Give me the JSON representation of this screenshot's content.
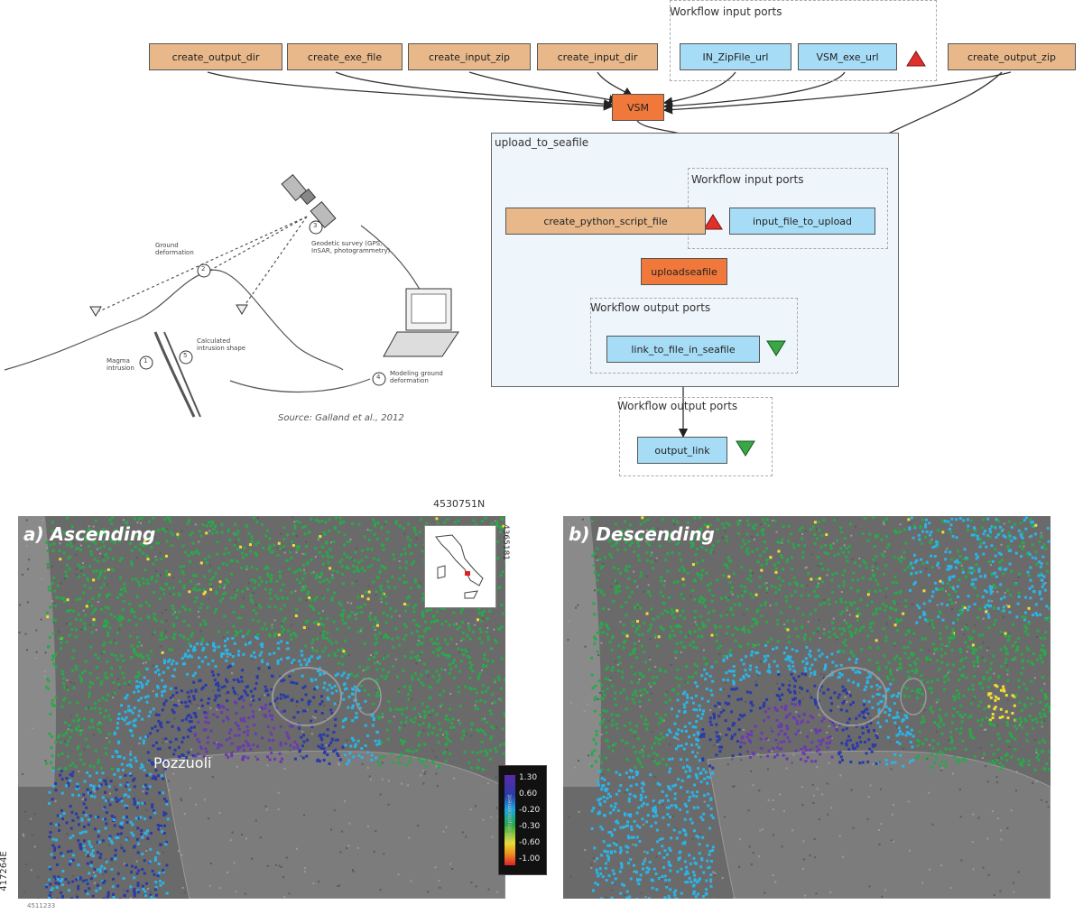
{
  "workflow": {
    "top_nodes": [
      {
        "id": "create_output_dir",
        "label": "create_output_dir"
      },
      {
        "id": "create_exe_file",
        "label": "create_exe_file"
      },
      {
        "id": "create_input_zip",
        "label": "create_input_zip"
      },
      {
        "id": "create_input_dir",
        "label": "create_input_dir"
      },
      {
        "id": "create_output_zip",
        "label": "create_output_zip"
      }
    ],
    "input_ports_label": "Workflow input ports",
    "input_ports": [
      {
        "label": "IN_ZipFile_url"
      },
      {
        "label": "VSM_exe_url"
      }
    ],
    "vsm_label": "VSM",
    "upload_group_label": "upload_to_seafile",
    "inner_input_ports_label": "Workflow input ports",
    "inner_input_port": "input_file_to_upload",
    "python_node": "create_python_script_file",
    "upload_node": "uploadseafile",
    "inner_output_ports_label": "Workflow output ports",
    "inner_output_port": "link_to_file_in_seafile",
    "outer_output_ports_label": "Workflow output ports",
    "outer_output_port": "output_link",
    "colors": {
      "tan": "#e8b88a",
      "blue": "#a7dcf6",
      "orange": "#f0783a",
      "group_bg": "#eef5fb",
      "port_in": "#e0302a",
      "port_out": "#3aa645"
    }
  },
  "sketch": {
    "labels": {
      "ground_deformation": "Ground deformation",
      "geodetic": "Geodetic survey (GPS, InSAR, photogrammetry)",
      "magma": "Magma intrusion",
      "calculated": "Calculated intrusion shape",
      "modeling": "Modeling ground deformation"
    },
    "numbers": [
      "1",
      "2",
      "3",
      "4",
      "5"
    ],
    "source": "Source: Galland et al., 2012"
  },
  "maps": {
    "panel_a_title": "a) Ascending",
    "panel_b_title": "b) Descending",
    "place": "Pozzuoli",
    "coord_top": "4530751N",
    "coord_right": "4365181",
    "coord_left": "417264E",
    "coord_bottom": "4511233",
    "legend_ticks": [
      "1.30",
      "0.60",
      "-0.20",
      "-0.30",
      "-0.60",
      "-1.00"
    ],
    "legend_unit": "LOS displacement",
    "palette": {
      "green": "#2aa84a",
      "cyan": "#2ab4e8",
      "navy": "#2a3aa6",
      "purple": "#6a3ab0",
      "yellow": "#f0e030",
      "red": "#e02020",
      "sea": "#7c7c7c",
      "land": "#6a6a6a"
    }
  }
}
